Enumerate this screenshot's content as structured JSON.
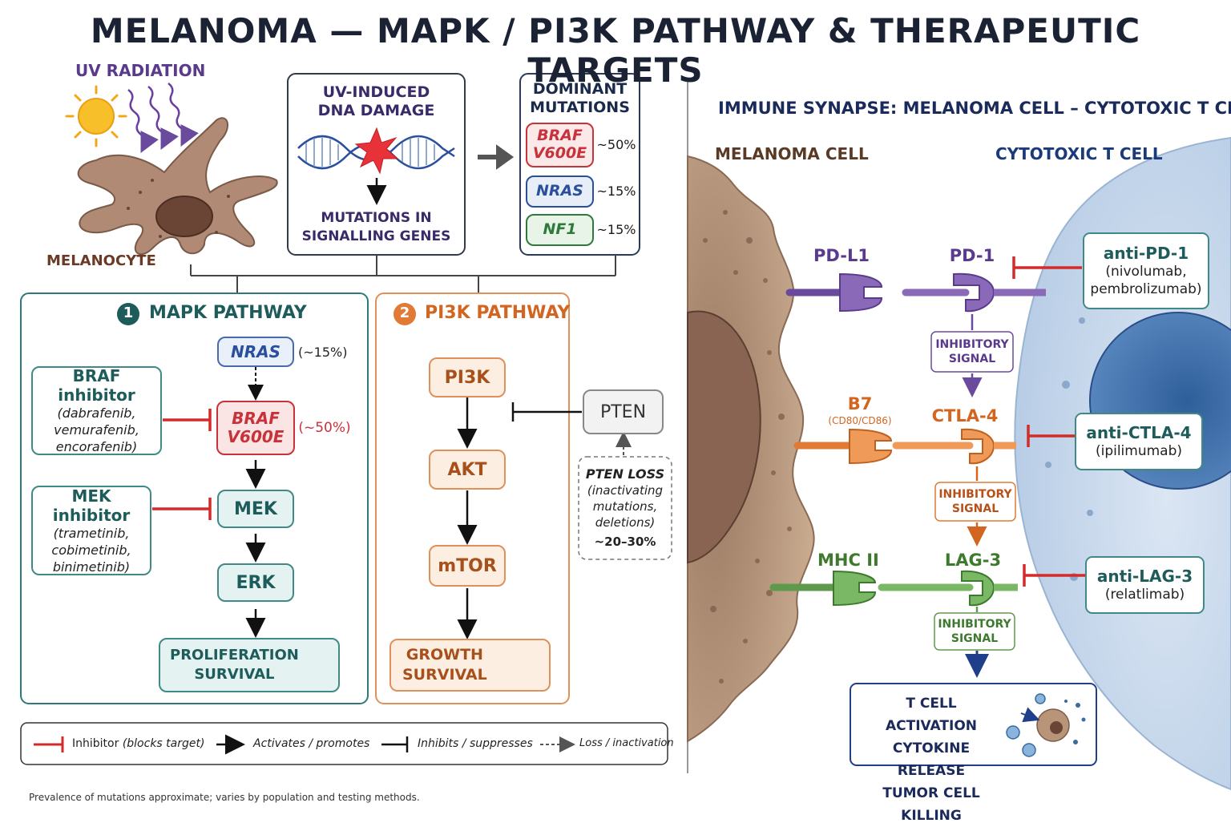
{
  "title": "MELANOMA — MAPK / PI3K PATHWAY & THERAPEUTIC TARGETS",
  "left": {
    "uv_label": "UV RADIATION",
    "melanocyte_label": "MELANOCYTE",
    "dna_box": {
      "title_line1": "UV-INDUCED",
      "title_line2": "DNA DAMAGE",
      "result_line1": "MUTATIONS IN",
      "result_line2": "SIGNALLING GENES"
    },
    "mutations_box": {
      "title_line1": "DOMINANT",
      "title_line2": "MUTATIONS",
      "items": [
        {
          "gene_line1": "BRAF",
          "gene_line2": "V600E",
          "pct": "~50%",
          "color": "#c8323a"
        },
        {
          "gene_line1": "NRAS",
          "gene_line2": "",
          "pct": "~15%",
          "color": "#2a4f9c"
        },
        {
          "gene_line1": "NF1",
          "gene_line2": "",
          "pct": "~15%",
          "color": "#2f7a3a"
        }
      ]
    },
    "mapk": {
      "number": "1",
      "title": "MAPK PATHWAY",
      "nras": "NRAS",
      "nras_pct": "(~15%)",
      "braf_line1": "BRAF",
      "braf_line2": "V600E",
      "braf_pct": "(~50%)",
      "mek": "MEK",
      "erk": "ERK",
      "out_line1": "PROLIFERATION",
      "out_line2": "SURVIVAL",
      "braf_inhibitor": {
        "title": "BRAF inhibitor",
        "drugs": [
          "(dabrafenib,",
          "vemurafenib,",
          "encorafenib)"
        ]
      },
      "mek_inhibitor": {
        "title": "MEK inhibitor",
        "drugs": [
          "(trametinib,",
          "cobimetinib,",
          "binimetinib)"
        ]
      }
    },
    "pi3k": {
      "number": "2",
      "title": "PI3K PATHWAY",
      "pi3k": "PI3K",
      "akt": "AKT",
      "mtor": "mTOR",
      "out_line1": "GROWTH",
      "out_line2": "SURVIVAL",
      "pten": "PTEN",
      "pten_loss": {
        "title": "PTEN LOSS",
        "lines": [
          "(inactivating",
          "mutations,",
          "deletions)"
        ],
        "pct": "~20–30%"
      }
    },
    "legend": {
      "inhibitor": "Inhibitor",
      "inhibitor_note": "(blocks target)",
      "activates": "Activates",
      "activates_note": "/ promotes",
      "inhibits": "Inhibits",
      "inhibits_note": "/ suppresses",
      "loss": "Loss / inactivation"
    },
    "footnote": "Prevalence of mutations approximate; varies by population and testing methods."
  },
  "right": {
    "title": "IMMUNE SYNAPSE: MELANOMA CELL – CYTOTOXIC T CELL",
    "melanoma_cell": "MELANOMA CELL",
    "t_cell": "CYTOTOXIC T CELL",
    "pdl1": "PD-L1",
    "pd1": "PD-1",
    "b7": "B7",
    "b7_sub": "(CD80/CD86)",
    "ctla4": "CTLA-4",
    "mhc2": "MHC II",
    "lag3": "LAG-3",
    "inhibitory_line1": "INHIBITORY",
    "inhibitory_line2": "SIGNAL",
    "anti_pd1": {
      "title": "anti-PD-1",
      "line1": "(nivolumab,",
      "line2": "pembrolizumab)"
    },
    "anti_ctla4": {
      "title": "anti-CTLA-4",
      "line1": "(ipilimumab)"
    },
    "anti_lag3": {
      "title": "anti-LAG-3",
      "line1": "(relatlimab)"
    },
    "activation": {
      "line1": "T CELL ACTIVATION",
      "line2": "CYTOKINE RELEASE",
      "line3": "TUMOR CELL KILLING"
    },
    "colors": {
      "purple": "#6a4a9c",
      "orange": "#e07a35",
      "green": "#5f9a4c",
      "blue": "#1f3f8a",
      "red": "#d42a2a"
    }
  }
}
